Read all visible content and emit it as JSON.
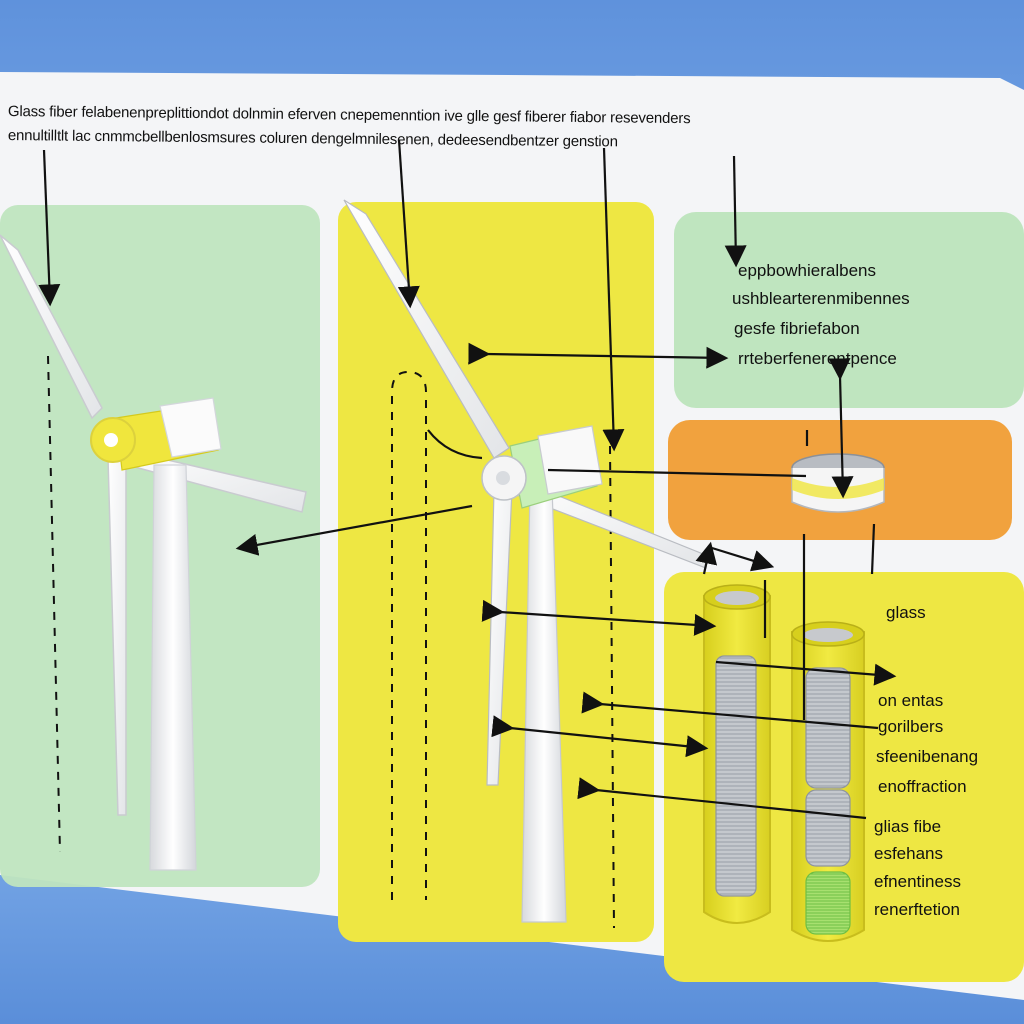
{
  "header": {
    "line1": "Glass fiber felabenenpreplittiondot dolnmin eferven cnepemenntion ive glle gesf fiberer fiabor resevenders",
    "line2": "ennultilltlt lac cnmmcbellbenlosmsures coluren dengelmnilesenen, dedeesendbentzer genstion"
  },
  "callouts": {
    "top_right": [
      "eppbowhieralbens",
      "ushblearterenmibennes",
      "gesfe fibriefabon",
      "rrteberfenerentpence"
    ],
    "glass": "glass",
    "middle_right": [
      "on entas",
      "gorilbers",
      "sfeenibenang",
      "enoffraction"
    ],
    "bottom_right": [
      "glias fibe",
      "esfehans",
      "efnentiness",
      "renerftetion"
    ]
  },
  "colors": {
    "background": "#6f9ee0",
    "sheet": "#f4f5f7",
    "green_panel": "#bfe5bf",
    "yellow_panel": "#eee743",
    "orange_panel": "#f1a23e",
    "turbine_yellow": "#f0e63d",
    "fiber_gray": "#b8bcc2",
    "fiber_green": "#a7e06f"
  },
  "icons": {
    "turbine_left": "wind-turbine-icon",
    "turbine_center": "wind-turbine-icon",
    "fiber_ring": "fiber-ring-icon",
    "fiber_tube_left": "fiber-tube-icon",
    "fiber_tube_right": "fiber-tube-icon"
  }
}
